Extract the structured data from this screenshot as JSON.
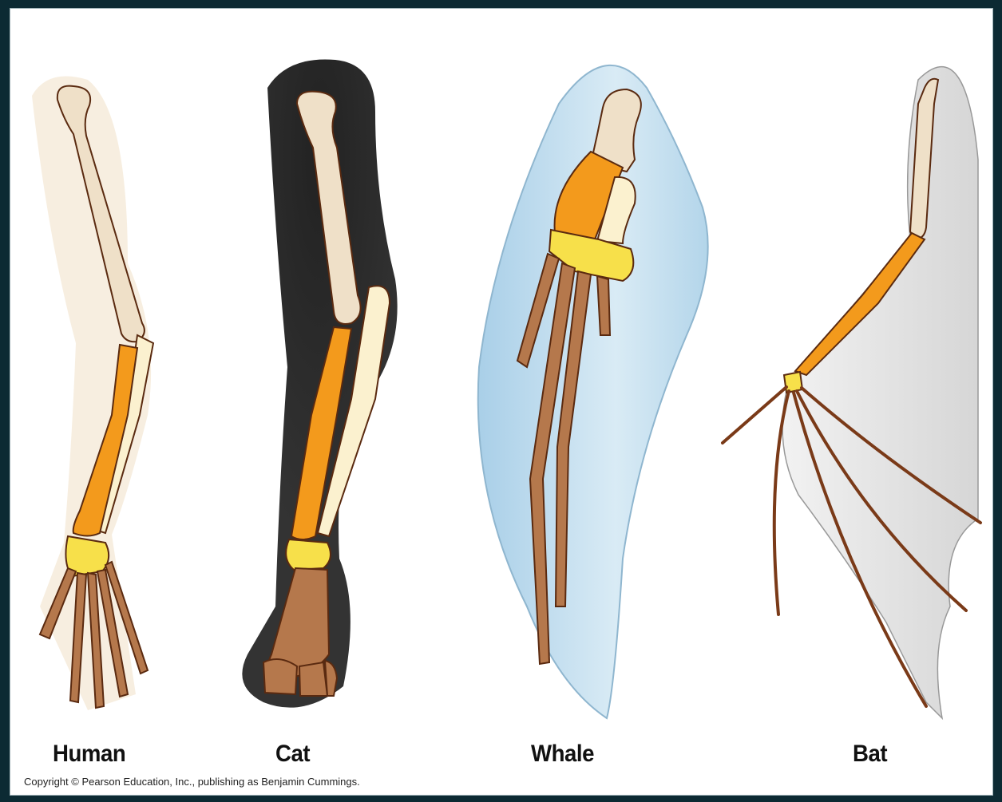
{
  "labels": {
    "human": "Human",
    "cat": "Cat",
    "whale": "Whale",
    "bat": "Bat"
  },
  "copyright": "Copyright © Pearson Education, Inc., publishing as Benjamin Cummings.",
  "colors": {
    "humerus": "#efe0c8",
    "radius": "#f39a1c",
    "ulna": "#fbf1cf",
    "carpals": "#f7e04a",
    "phalanges": "#b5784c",
    "outline": "#5a2a10",
    "human_skin": "#f5ead8",
    "cat_body": "#333333",
    "whale_body": "#bcd9ec",
    "bat_membrane": "#e4e4e4"
  }
}
